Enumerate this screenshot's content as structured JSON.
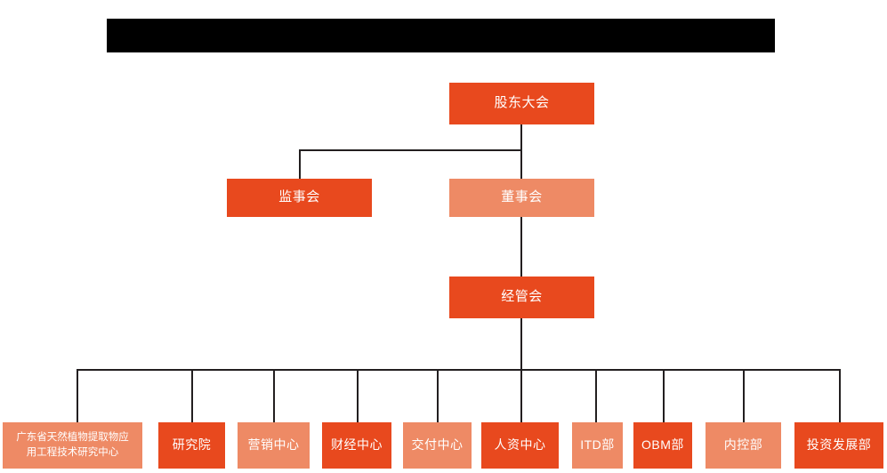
{
  "diagram": {
    "title_bar": {
      "label": "redacted-title-bar",
      "text": ""
    },
    "colors": {
      "dark_orange": "#E8491E",
      "light_orange": "#EE8A65",
      "connector": "#231f20",
      "background": "#FFFFFF",
      "redaction": "#000000",
      "text": "#FFFFFF"
    },
    "levels": [
      {
        "level": 1,
        "nodes": [
          {
            "name": "shareholders-meeting",
            "label": "股东大会",
            "tone": "dark"
          }
        ]
      },
      {
        "level": 2,
        "nodes": [
          {
            "name": "board-of-supervisors",
            "label": "监事会",
            "tone": "dark"
          },
          {
            "name": "board-of-directors",
            "label": "董事会",
            "tone": "light"
          }
        ]
      },
      {
        "level": 3,
        "nodes": [
          {
            "name": "management-committee",
            "label": "经管会",
            "tone": "dark"
          }
        ]
      },
      {
        "level": 4,
        "nodes": [
          {
            "name": "guangdong-research-center",
            "label_line1": "广东省天然植物提取物应",
            "label_line2": "用工程技术研究中心",
            "tone": "light"
          },
          {
            "name": "research-institute",
            "label": "研究院",
            "tone": "dark"
          },
          {
            "name": "marketing-center",
            "label": "营销中心",
            "tone": "light"
          },
          {
            "name": "finance-center",
            "label": "财经中心",
            "tone": "dark"
          },
          {
            "name": "delivery-center",
            "label": "交付中心",
            "tone": "light"
          },
          {
            "name": "human-resources-center",
            "label": "人资中心",
            "tone": "dark"
          },
          {
            "name": "itd-department",
            "label": "ITD部",
            "tone": "light"
          },
          {
            "name": "obm-department",
            "label": "OBM部",
            "tone": "dark"
          },
          {
            "name": "internal-control-department",
            "label": "内控部",
            "tone": "light"
          },
          {
            "name": "investment-development-department",
            "label": "投资发展部",
            "tone": "dark"
          }
        ]
      }
    ]
  }
}
